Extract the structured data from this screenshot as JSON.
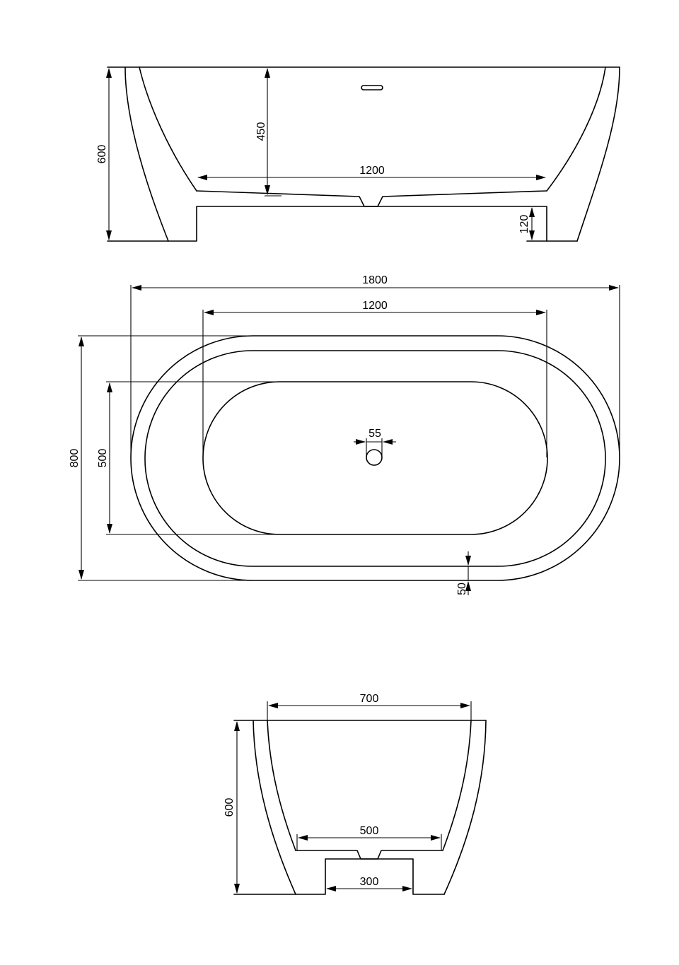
{
  "side_view": {
    "height_label": "600",
    "depth_label": "450",
    "inner_length_label": "1200",
    "base_height_label": "120"
  },
  "top_view": {
    "overall_length_label": "1800",
    "inner_length_label": "1200",
    "overall_width_label": "800",
    "inner_width_label": "500",
    "drain_label": "55",
    "rim_label": "50"
  },
  "end_view": {
    "top_width_label": "700",
    "height_label": "600",
    "bottom_width_label": "500",
    "base_width_label": "300"
  },
  "colors": {
    "line": "#000000",
    "background": "#ffffff"
  }
}
